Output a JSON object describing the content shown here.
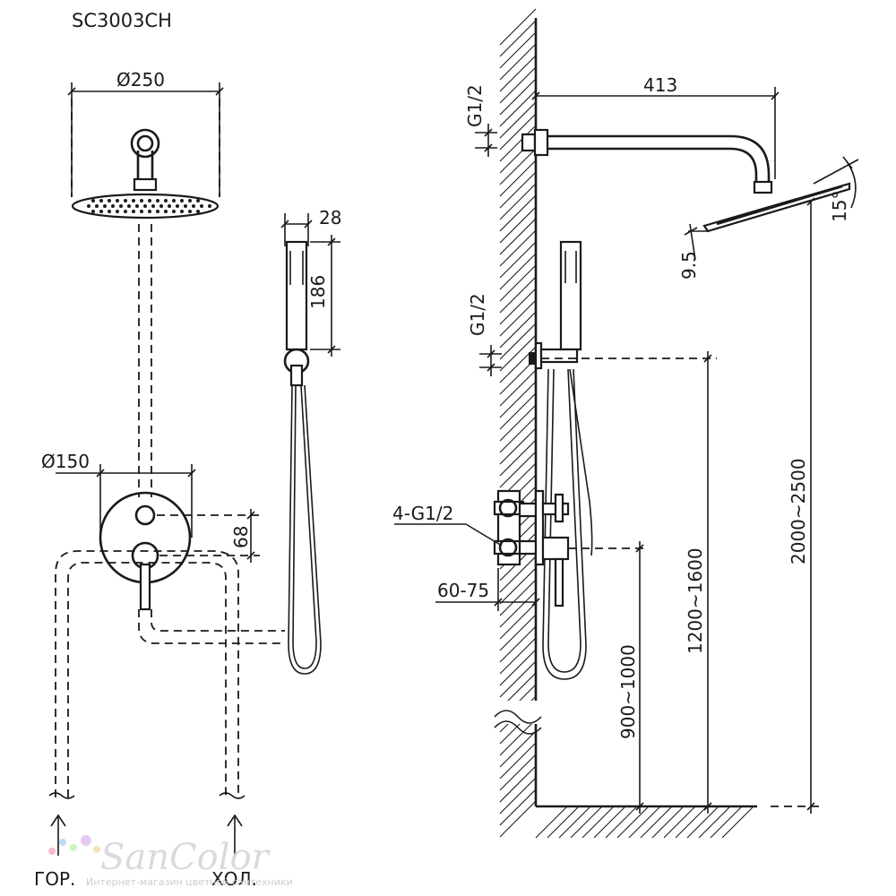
{
  "model": "SC3003CH",
  "front_view": {
    "head_diameter": "Ø250",
    "handset_width": "28",
    "handset_length": "186",
    "mixer_diameter": "Ø150",
    "mixer_spacing": "68"
  },
  "side_view": {
    "arm_length": "413",
    "arm_thread": "G1/2",
    "outlet_thread": "G1/2",
    "head_tilt": "15°",
    "head_thickness": "9.5",
    "mixer_threads": "4-G1/2",
    "mixer_depth": "60-75",
    "head_height": "2000~2500",
    "holder_height": "1200~1600",
    "mixer_height": "900~1000"
  },
  "pipes": {
    "hot_label": "ГОР.",
    "cold_label": "ХОЛ."
  },
  "watermark": {
    "brand": "SanColor",
    "tagline": "Интернет-магазин цветной сантехники"
  }
}
